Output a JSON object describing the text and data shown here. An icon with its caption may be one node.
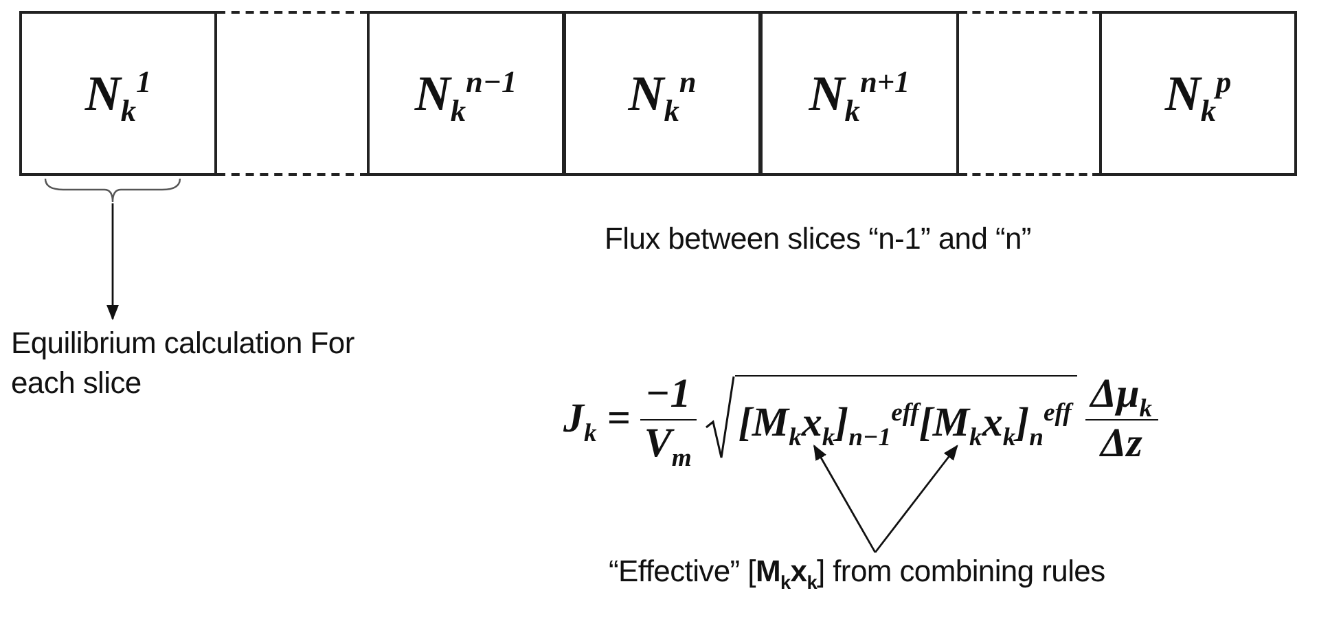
{
  "diagram": {
    "nodes": [
      {
        "text": [
          "N$_{k}$$^{1}$"
        ]
      },
      {
        "text": [],
        "shape": "box"
      },
      {
        "text": [
          "N$_{k}$$^{n−1}$"
        ]
      },
      {
        "text": [
          "N$_{k}$$^{n}$"
        ]
      },
      {
        "text": [
          "N$_{k}$$^{n+1}$"
        ]
      },
      {
        "text": [],
        "shape": "box"
      },
      {
        "text": [
          "N$_{k}$$^{p}$"
        ]
      },
      {
        "text": [],
        "shape": "bracket"
      },
      {
        "text": [
          "Equilibrium calculation For each slice"
        ]
      },
      {
        "text": [
          "J$_{k}$ =",
          "−1",
          "V$_{m}$",
          "Δμ$_{k}$",
          "Δz"
        ]
      },
      {
        "text": [
          "[M$_{k}$x$_{k}$]$_{n−1}$$^{eff}$"
        ],
        "in": 9
      },
      {
        "text": [
          "[M$_{k}$x$_{k}$]$_{n}$$^{eff}$"
        ],
        "in": 9
      },
      {
        "text": [
          "“Effective” [**M$_{k}$x$_{k}$**] from combining rules"
        ]
      }
    ],
    "edges": [
      {
        "from": 7,
        "to": 8,
        "arrow": "to"
      },
      {
        "from": 12,
        "to": 10,
        "arrow": "to"
      },
      {
        "from": 12,
        "to": 11,
        "arrow": "to"
      }
    ],
    "labels": [
      "Flux between slices “n-1” and “n”"
    ]
  }
}
